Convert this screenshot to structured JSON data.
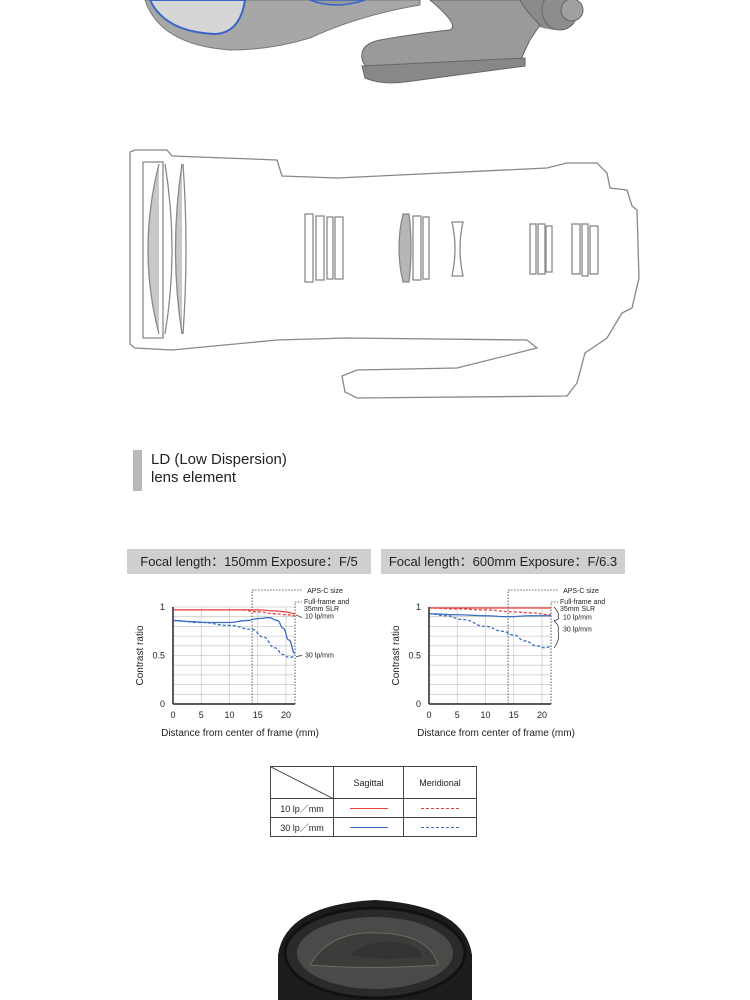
{
  "ld_label": {
    "line1": "LD (Low Dispersion)",
    "line2": "lens element"
  },
  "colors": {
    "sagittal_10": "#e8413c",
    "meridional_10": "#e8413c",
    "sagittal_30": "#3a6fc4",
    "meridional_30": "#3a6fc4",
    "header_bg": "#cfcfcf",
    "ld_gray": "#b9b9b9"
  },
  "chart_data": [
    {
      "type": "line",
      "title": "Focal length：150mm  Exposure：F/5",
      "xlabel": "Distance from center of frame (mm)",
      "ylabel": "Contrast ratio",
      "xlim": [
        0,
        21.6
      ],
      "ylim": [
        0,
        1
      ],
      "xticks": [
        "0",
        "5",
        "10",
        "15",
        "20"
      ],
      "yticks": [
        "0",
        "0.5",
        "1"
      ],
      "annotations": {
        "apsc": "APS-C size",
        "apsc_x": 14,
        "ff": "Full-frame and\n35mm SLR",
        "ff_line1": "Full-frame and",
        "ff_line2": "35mm SLR",
        "lp10": "10 lp/mm",
        "lp30": "30 lp/mm"
      },
      "series": [
        {
          "name": "10 lp/mm Sagittal",
          "style": "solid",
          "color": "#e8413c",
          "x": [
            0,
            5,
            10,
            15,
            18,
            20,
            21.6
          ],
          "y": [
            0.97,
            0.97,
            0.97,
            0.97,
            0.96,
            0.95,
            0.93
          ]
        },
        {
          "name": "10 lp/mm Meridional",
          "style": "dashed",
          "color": "#e8413c",
          "x": [
            0,
            5,
            10,
            12,
            15,
            18,
            20,
            21.6
          ],
          "y": [
            0.97,
            0.97,
            0.97,
            0.97,
            0.95,
            0.93,
            0.92,
            0.91
          ]
        },
        {
          "name": "30 lp/mm Sagittal",
          "style": "solid",
          "color": "#3a6fc4",
          "x": [
            0,
            3,
            6,
            10,
            13,
            15,
            17,
            18.5,
            19.5,
            20.5,
            21.6
          ],
          "y": [
            0.86,
            0.85,
            0.84,
            0.84,
            0.86,
            0.88,
            0.89,
            0.86,
            0.78,
            0.66,
            0.52
          ]
        },
        {
          "name": "30 lp/mm Meridional",
          "style": "dashed",
          "color": "#3a6fc4",
          "x": [
            0,
            5,
            10,
            14,
            16,
            18,
            19.5,
            20.5,
            21.6
          ],
          "y": [
            0.86,
            0.84,
            0.81,
            0.77,
            0.69,
            0.58,
            0.51,
            0.48,
            0.49
          ]
        }
      ]
    },
    {
      "type": "line",
      "title": "Focal length：600mm  Exposure：F/6.3",
      "xlabel": "Distance from center of frame (mm)",
      "ylabel": "Contrast ratio",
      "xlim": [
        0,
        21.6
      ],
      "ylim": [
        0,
        1
      ],
      "xticks": [
        "0",
        "5",
        "10",
        "15",
        "20"
      ],
      "yticks": [
        "0",
        "0.5",
        "1"
      ],
      "annotations": {
        "apsc": "APS-C size",
        "apsc_x": 14,
        "ff_line1": "Full-frame and",
        "ff_line2": "35mm SLR",
        "lp10": "10 lp/mm",
        "lp30": "30 lp/mm"
      },
      "series": [
        {
          "name": "10 lp/mm Sagittal",
          "style": "solid",
          "color": "#e8413c",
          "x": [
            0,
            10,
            21.6
          ],
          "y": [
            0.99,
            0.99,
            0.99
          ]
        },
        {
          "name": "10 lp/mm Meridional",
          "style": "dashed",
          "color": "#e8413c",
          "x": [
            0,
            5,
            10,
            15,
            18,
            21.6
          ],
          "y": [
            0.99,
            0.98,
            0.97,
            0.95,
            0.94,
            0.92
          ]
        },
        {
          "name": "30 lp/mm Sagittal",
          "style": "solid",
          "color": "#3a6fc4",
          "x": [
            0,
            5,
            10,
            14,
            18,
            21.6
          ],
          "y": [
            0.93,
            0.92,
            0.91,
            0.9,
            0.91,
            0.91
          ]
        },
        {
          "name": "30 lp/mm Meridional",
          "style": "dashed",
          "color": "#3a6fc4",
          "x": [
            0,
            3,
            6,
            10,
            13,
            15,
            17,
            19,
            20.5,
            21.6
          ],
          "y": [
            0.93,
            0.91,
            0.87,
            0.8,
            0.75,
            0.71,
            0.65,
            0.6,
            0.58,
            0.59
          ]
        }
      ]
    }
  ],
  "legend_table": {
    "columns": [
      "Sagittal",
      "Meridional"
    ],
    "rows": [
      {
        "label": "10 lp／mm",
        "color": "#e8413c"
      },
      {
        "label": "30 lp／mm",
        "color": "#3a6fc4"
      }
    ]
  }
}
